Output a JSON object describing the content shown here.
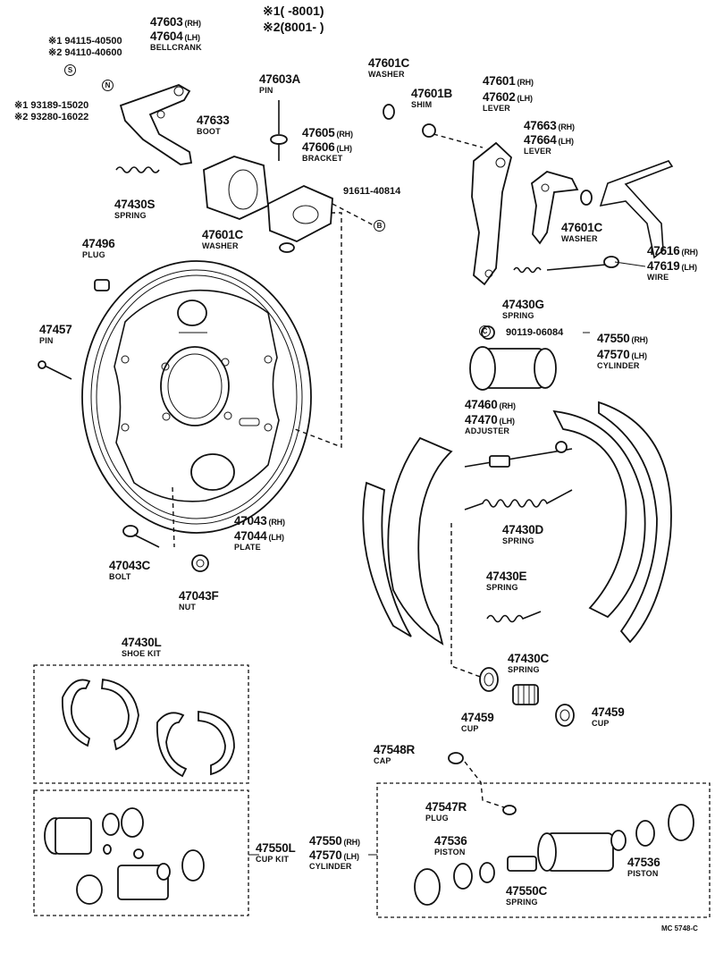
{
  "header": {
    "line1_mark": "※1",
    "line1_range": "(        -8001)",
    "line2_mark": "※2",
    "line2_range": "(8001-          )"
  },
  "notes": {
    "bellcrank_alt1": "※1 94115-40500",
    "bellcrank_alt2": "※2 94110-40600",
    "s_circle": "S",
    "n_circle": "N",
    "screw_alt1": "※1 93189-15020",
    "screw_alt2": "※2 93280-16022",
    "b_circle": "B",
    "b_part": "91611-40814",
    "c_circle": "C",
    "c_part": "90119-06084"
  },
  "labels": {
    "p47603": {
      "pn": "47603",
      "sfx": "(RH)"
    },
    "p47604": {
      "pn": "47604",
      "sfx": "(LH)",
      "name": "BELLCRANK"
    },
    "p47603A": {
      "pn": "47603A",
      "name": "PIN"
    },
    "p47633": {
      "pn": "47633",
      "name": "BOOT"
    },
    "p47430S": {
      "pn": "47430S",
      "name": "SPRING"
    },
    "p47601C_top": {
      "pn": "47601C",
      "name": "WASHER"
    },
    "p47601B": {
      "pn": "47601B",
      "name": "SHIM"
    },
    "p47605": {
      "pn": "47605",
      "sfx": "(RH)"
    },
    "p47606": {
      "pn": "47606",
      "sfx": "(LH)",
      "name": "BRACKET"
    },
    "p47601C_mid": {
      "pn": "47601C",
      "name": "WASHER"
    },
    "p47601": {
      "pn": "47601",
      "sfx": "(RH)"
    },
    "p47602": {
      "pn": "47602",
      "sfx": "(LH)",
      "name": "LEVER"
    },
    "p47663": {
      "pn": "47663",
      "sfx": "(RH)"
    },
    "p47664": {
      "pn": "47664",
      "sfx": "(LH)",
      "name": "LEVER"
    },
    "p47601C_right": {
      "pn": "47601C",
      "name": "WASHER"
    },
    "p47616": {
      "pn": "47616",
      "sfx": "(RH)"
    },
    "p47619": {
      "pn": "47619",
      "sfx": "(LH)",
      "name": "WIRE"
    },
    "p47430G": {
      "pn": "47430G",
      "name": "SPRING"
    },
    "p47496": {
      "pn": "47496",
      "name": "PLUG"
    },
    "p47457": {
      "pn": "47457",
      "name": "PIN"
    },
    "p47550_top": {
      "pn": "47550",
      "sfx": "(RH)"
    },
    "p47570_top": {
      "pn": "47570",
      "sfx": "(LH)",
      "name": "CYLINDER"
    },
    "p47460": {
      "pn": "47460",
      "sfx": "(RH)"
    },
    "p47470": {
      "pn": "47470",
      "sfx": "(LH)",
      "name": "ADJUSTER"
    },
    "p47430D": {
      "pn": "47430D",
      "name": "SPRING"
    },
    "p47043": {
      "pn": "47043",
      "sfx": "(RH)"
    },
    "p47044": {
      "pn": "47044",
      "sfx": "(LH)",
      "name": "PLATE"
    },
    "p47043C": {
      "pn": "47043C",
      "name": "BOLT"
    },
    "p47043F": {
      "pn": "47043F",
      "name": "NUT"
    },
    "p47430E": {
      "pn": "47430E",
      "name": "SPRING"
    },
    "p47430C": {
      "pn": "47430C",
      "name": "SPRING"
    },
    "p47459_left": {
      "pn": "47459",
      "name": "CUP"
    },
    "p47459_right": {
      "pn": "47459",
      "name": "CUP"
    },
    "p47430L": {
      "pn": "47430L",
      "name": "SHOE KIT"
    },
    "p47548R": {
      "pn": "47548R",
      "name": "CAP"
    },
    "p47547R": {
      "pn": "47547R",
      "name": "PLUG"
    },
    "p47550L": {
      "pn": "47550L",
      "name": "CUP KIT"
    },
    "p47550_bot": {
      "pn": "47550",
      "sfx": "(RH)"
    },
    "p47570_bot": {
      "pn": "47570",
      "sfx": "(LH)",
      "name": "CYLINDER"
    },
    "p47536_left": {
      "pn": "47536",
      "name": "PISTON"
    },
    "p47536_right": {
      "pn": "47536",
      "name": "PISTON"
    },
    "p47550C": {
      "pn": "47550C",
      "name": "SPRING"
    }
  },
  "footer": {
    "code": "MC   5748-C"
  }
}
